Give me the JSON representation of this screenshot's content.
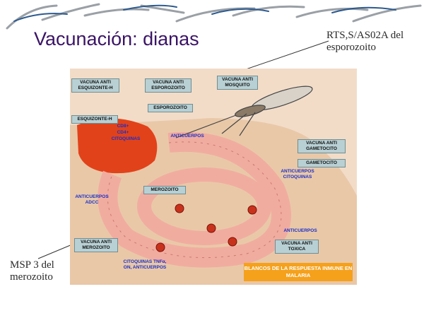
{
  "slide": {
    "title": "Vacunación: dianas",
    "note_rts": "RTS,S/AS02A del esporozoito",
    "note_msp": "MSP 3 del merozoito"
  },
  "diagram": {
    "boxes": {
      "esquizonte_h_vaccine": "VACUNA ANTI ESQUIZONTE-H",
      "esporozoito_vaccine": "VACUNA ANTI ESPOROZOITO",
      "mosquito_vaccine": "VACUNA ANTI MOSQUITO",
      "esporozoito": "ESPOROZOITO",
      "esquizonte_h": "ESQUIZONTE-H",
      "gametocito_vaccine": "VACUNA ANTI GAMETOCITO",
      "gametocito": "GAMETOCITO",
      "merozoito": "MEROZOITO",
      "merozoito_vaccine": "VACUNA ANTI MEROZOITO",
      "toxica_vaccine": "VACUNA ANTI TOXICA"
    },
    "labels": {
      "cd8": "CD8+",
      "cd4": "CD4+",
      "citoquinas_liver": "CITOQUINAS",
      "anticuerpos_top": "ANTICUERPOS",
      "anticuerpos_citoquinas_right": "ANTICUERPOS CITOQUINAS",
      "anticuerpos_adcc": "ANTICUERPOS ADCC",
      "anticuerpos_lower_right": "ANTICUERPOS",
      "citoquinas_bottom": "CITOQUINAS TNFα, ON, ANTICUERPOS"
    },
    "legend": "BLANCOS DE LA RESPUESTA INMUNE EN MALARIA"
  }
}
